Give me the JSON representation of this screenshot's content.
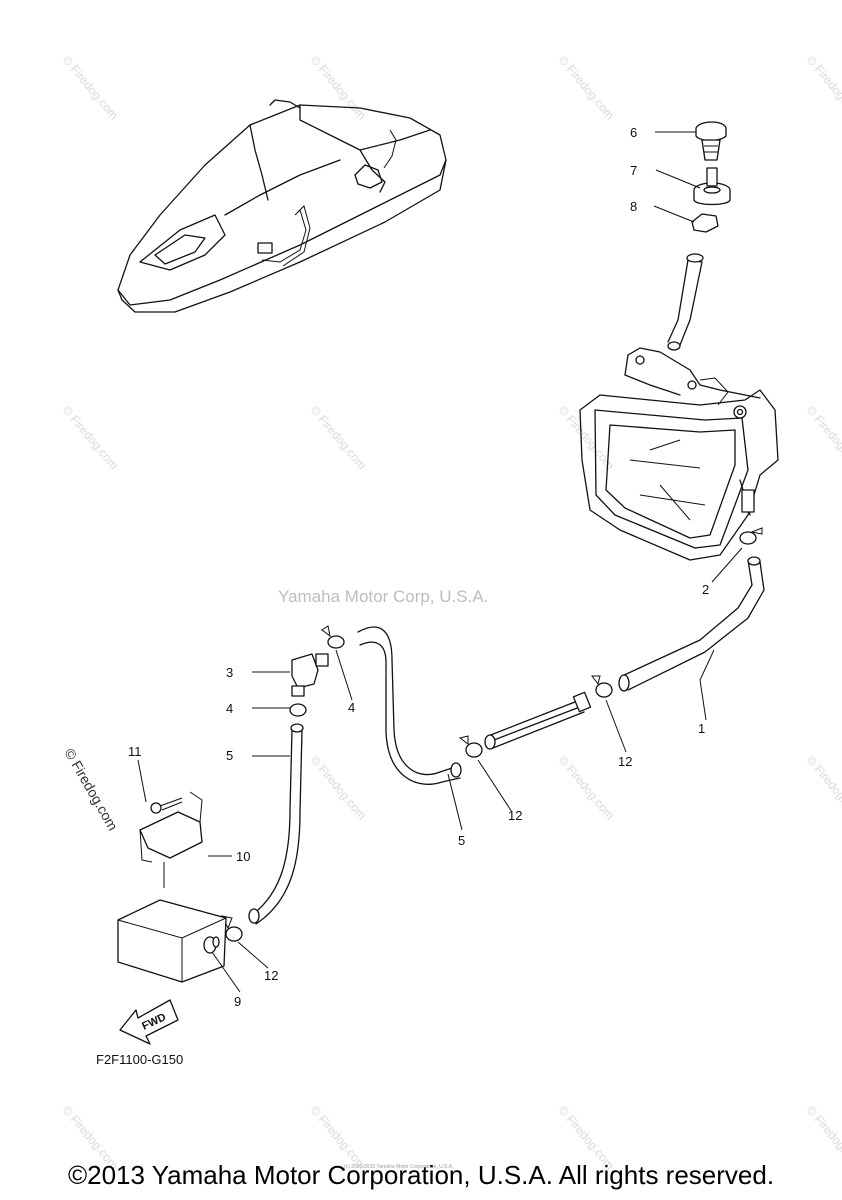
{
  "watermarks": {
    "text": "© Firedog.com"
  },
  "center_mark": "Yamaha Motor Corp, U.S.A.",
  "side_mark": "© Firedog.com",
  "callouts": {
    "c1": "1",
    "c2": "2",
    "c3": "3",
    "c4a": "4",
    "c4b": "4",
    "c5a": "5",
    "c5b": "5",
    "c6": "6",
    "c7": "7",
    "c8": "8",
    "c9": "9",
    "c10": "10",
    "c11": "11",
    "c12a": "12",
    "c12b": "12",
    "c12c": "12"
  },
  "fwd_label": "FWD",
  "diagram_code": "F2F1100-G150",
  "small_print": "(c) 2005-2015 Yamaha Motor Corporation, U.S.A.",
  "footer": "©2013 Yamaha Motor Corporation, U.S.A. All rights reserved."
}
